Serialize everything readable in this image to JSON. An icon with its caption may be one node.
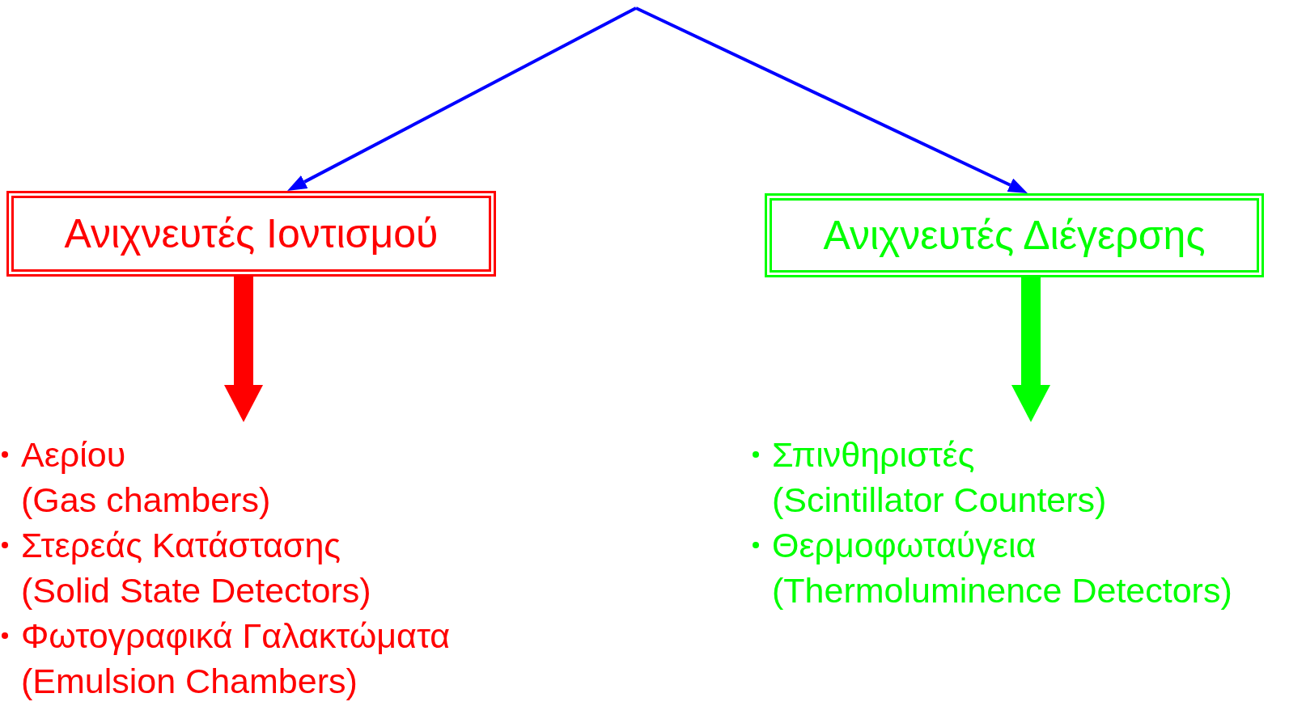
{
  "diagram": {
    "nodes": [
      {
        "text": [
          "Ανιχνευτές Ιοντισμού"
        ]
      },
      {
        "text": [
          "Ανιχνευτές Διέγερσης"
        ]
      },
      {
        "text": [
          "Αερίου (Gas chambers)",
          "Στερεάς Κατάστασης (Solid State Detectors)",
          "Φωτογραφικά Γαλακτώματα (Emulsion Chambers)"
        ]
      },
      {
        "text": [
          "Σπινθηριστές (Scintillator Counters)",
          "Θερμοφωταύγεια (Thermoluminence Detectors)"
        ]
      }
    ],
    "edges": [
      {
        "from": null,
        "to": 0,
        "arrow": "to",
        "color": "#0000ff"
      },
      {
        "from": null,
        "to": 1,
        "arrow": "to",
        "color": "#0000ff"
      },
      {
        "from": 0,
        "to": 2,
        "arrow": "to",
        "style": "thick",
        "color": "#ff0000"
      },
      {
        "from": 1,
        "to": 3,
        "arrow": "to",
        "style": "thick",
        "color": "#00ff00"
      }
    ]
  }
}
